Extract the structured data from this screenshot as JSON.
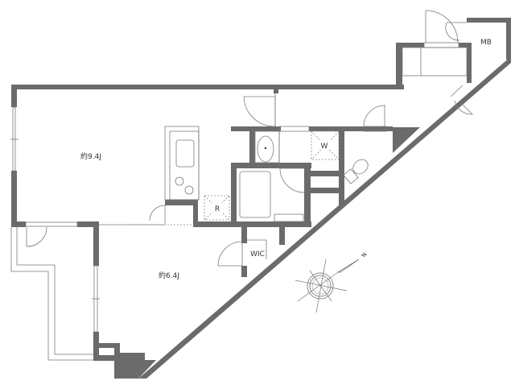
{
  "floor_plan": {
    "rooms": [
      {
        "id": "western-room-1",
        "label": "約9.4J"
      },
      {
        "id": "western-room-2",
        "label": "約6.4J"
      },
      {
        "id": "walk-in-closet",
        "label": "WIC"
      },
      {
        "id": "meter-box",
        "label": "MB"
      },
      {
        "id": "washing-machine",
        "label": "W"
      },
      {
        "id": "refrigerator",
        "label": "R"
      }
    ],
    "compass": {
      "north_label": "N"
    },
    "colors": {
      "wall": "#6b6b6b",
      "line": "#7a7a7a",
      "background": "#ffffff"
    }
  }
}
